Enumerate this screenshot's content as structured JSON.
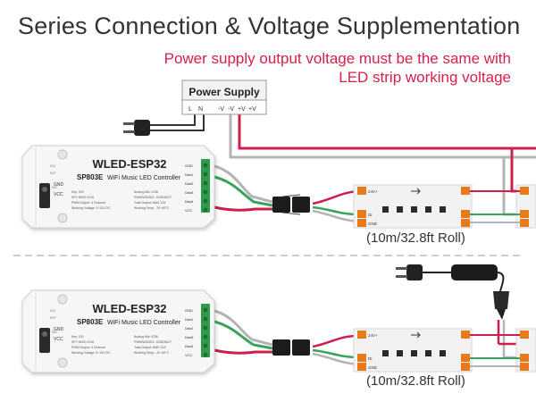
{
  "title": "Series Connection & Voltage Supplementation",
  "notes": {
    "line1": "Power supply output voltage must be the same with",
    "line2": "LED strip working voltage"
  },
  "power_supply": {
    "label": "Power Supply",
    "terminals": [
      "L",
      "N",
      "-V",
      "-V",
      "+V",
      "+V"
    ]
  },
  "controller": {
    "brand": "WLED-ESP32",
    "model": "SP803E",
    "subtitle": "WiFi Music LED Controller",
    "left_labels": [
      "IO0",
      "RST",
      "MIC",
      "GND",
      "VCC"
    ],
    "right_labels": [
      "GND",
      "Data1",
      "Data2",
      "Data3",
      "Data4",
      "VCC"
    ],
    "spec_left": [
      "Key: IO0",
      "SPI: MISO IO16",
      "PWM Output: 4 Channel",
      "Working Voltage: 5~24V DC"
    ],
    "spec_right": [
      "Analog Mic: IO36",
      "PWM/WS2811: IO25/26/27",
      "Total Output: MAX 12A",
      "Working Temp: -20~60°C"
    ]
  },
  "strip": {
    "pad_pos": "24V+",
    "pad_di": "DI",
    "pad_gnd": "GND"
  },
  "roll_label": "(10m/32.8ft Roll)",
  "colors": {
    "title": "#333333",
    "note": "#d8204b",
    "wire_red": "#cc1f4c",
    "wire_gray": "#b4b4b4",
    "wire_green": "#3aa35a",
    "terminal_green": "#2f9a4a",
    "strip_orange": "#e87a1e"
  }
}
